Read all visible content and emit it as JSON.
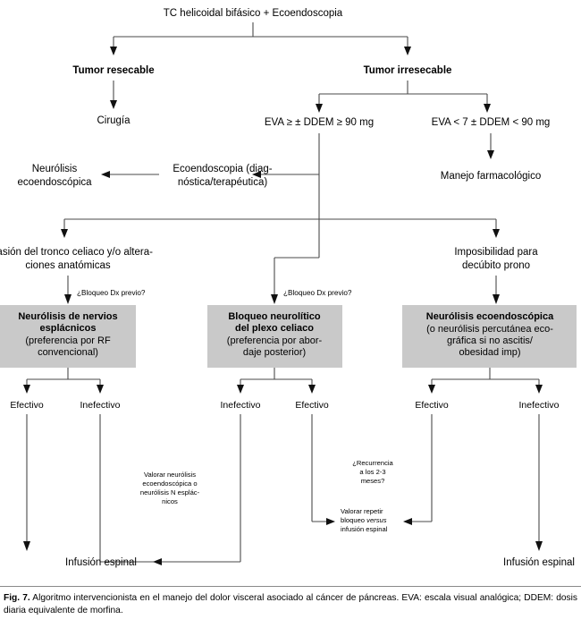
{
  "figure": {
    "caption_label": "Fig. 7.",
    "caption_text": "Algoritmo intervencionista en el manejo del dolor visceral asociado al cáncer de páncreas. EVA: escala visual analógica; DDEM: dosis diaria equivalente de morfina."
  },
  "colors": {
    "box_fill": "#c9c9c9",
    "line": "#4a4a4a",
    "text": "#000000",
    "page_bg": "#ffffff"
  },
  "nodes": {
    "root": "TC helicoidal bifásico + Ecoendoscopia",
    "tumor_resecable": "Tumor resecable",
    "tumor_irresecable": "Tumor irresecable",
    "cirugia": "Cirugía",
    "eva_alta": "EVA ≥ ± DDEM ≥ 90 mg",
    "eva_baja": "EVA < 7 ± DDEM < 90 mg",
    "manejo_farmacologico": "Manejo farmacológico",
    "neurolisis_ecoendoscopica_l1": "Neurólisis",
    "neurolisis_ecoendoscopica_l2": "ecoendoscópica",
    "ecoendoscopia_l1": "Ecoendoscopia (diag-",
    "ecoendoscopia_l2": "nóstica/terapéutica)",
    "invasion_l1": "Invasión del tronco celiaco y/o altera-",
    "invasion_l2": "ciones anatómicas",
    "imposibilidad_l1": "Imposibilidad para",
    "imposibilidad_l2": "decúbito prono",
    "bloqueo_dx_left": "¿Bloqueo Dx previo?",
    "bloqueo_dx_mid": "¿Bloqueo Dx previo?"
  },
  "boxes": [
    {
      "id": "box-nervios-esplacnicos",
      "title_lines": [
        "Neurólisis de nervios",
        "esplácnicos"
      ],
      "sub_lines": [
        "(preferencia por RF",
        "convencional)"
      ]
    },
    {
      "id": "box-plexo-celiaco",
      "title_lines": [
        "Bloqueo neurolítico",
        "del plexo celiaco"
      ],
      "sub_lines": [
        "(preferencia por abor-",
        "daje posterior)"
      ]
    },
    {
      "id": "box-neurolisis-ecoendoscopica",
      "title_lines": [
        "Neurólisis ecoendoscópica"
      ],
      "sub_lines": [
        "(o neurólisis percutánea eco-",
        "gráfica si no ascitis/",
        "obesidad imp)"
      ]
    }
  ],
  "branches": {
    "left_effective": "Efectivo",
    "left_ineffective": "Inefectivo",
    "mid_ineffective": "Inefectivo",
    "mid_effective": "Efectivo",
    "right_effective": "Efectivo",
    "right_ineffective": "Inefectivo"
  },
  "annotations": {
    "valorar_neurolisis": [
      "Valorar neurólisis",
      "ecoendoscópica o",
      "neurólisis N esplác-",
      "nicos"
    ],
    "recurrencia": [
      "¿Recurrencia",
      "a los 2-3",
      "meses?"
    ],
    "valorar_repetir_l1": "Valorar repetir",
    "valorar_repetir_l2_a": "bloqueo ",
    "valorar_repetir_l2_b": "versus",
    "valorar_repetir_l3": "infusión espinal"
  },
  "outcomes": {
    "infusion_espinal_left": "Infusión espinal",
    "infusion_espinal_right": "Infusión espinal"
  }
}
